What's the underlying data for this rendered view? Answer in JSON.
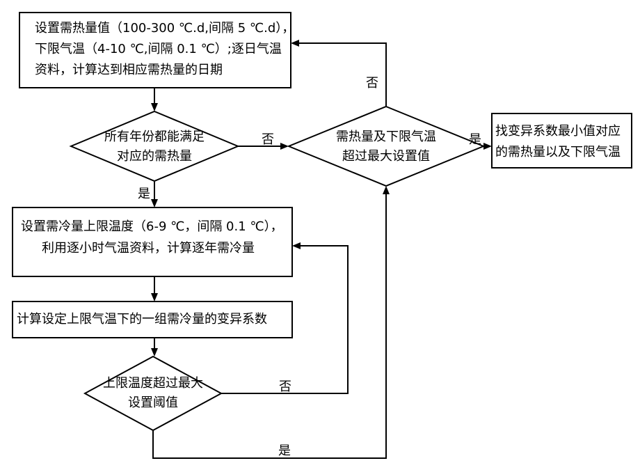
{
  "boxes": {
    "init_heat": {
      "lines": [
        "设置需热量值（100-300 ℃.d,间隔 5 ℃.d），",
        "下限气温（4-10 ℃,间隔 0.1 ℃）;逐日气温",
        "资料，计算达到相应需热量的日期"
      ]
    },
    "all_years": {
      "lines": [
        "所有年份都能满足",
        "对应的需热量"
      ]
    },
    "exceed_heat": {
      "lines": [
        "需热量及下限气温",
        "超过最大设置值"
      ]
    },
    "find_min": {
      "lines": [
        "找变异系数最小值对应",
        "的需热量以及下限气温"
      ]
    },
    "set_cool": {
      "lines": [
        "设置需冷量上限温度（6-9 ℃，间隔 0.1 ℃），",
        "利用逐小时气温资料，计算逐年需冷量"
      ]
    },
    "calc_cv": {
      "lines": [
        "计算设定上限气温下的一组需冷量的变异系数"
      ]
    },
    "exceed_cool": {
      "lines": [
        "上限温度超过最大",
        "设置阈值"
      ]
    }
  },
  "edge_labels": {
    "no_top": "否",
    "no_mid": "否",
    "yes_right": "是",
    "yes_down": "是",
    "no_loop": "否",
    "yes_bottom": "是"
  }
}
